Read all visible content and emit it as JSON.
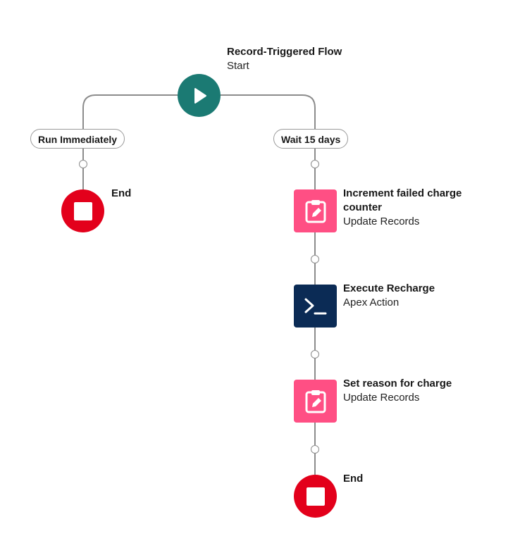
{
  "start": {
    "title": "Record-Triggered Flow",
    "subtitle": "Start",
    "icon": "play-icon",
    "color": "#1b7a73"
  },
  "paths": [
    {
      "label": "Run Immediately",
      "end": {
        "title": "End",
        "icon": "stop-icon",
        "color": "#e3001b"
      }
    },
    {
      "label": "Wait 15 days",
      "steps": [
        {
          "title": "Increment failed charge counter",
          "subtitle": "Update Records",
          "icon": "clipboard-edit-icon",
          "color": "#ff4f84"
        },
        {
          "title": "Execute Recharge",
          "subtitle": "Apex Action",
          "icon": "terminal-icon",
          "color": "#0b2b55"
        },
        {
          "title": "Set reason for charge",
          "subtitle": "Update Records",
          "icon": "clipboard-edit-icon",
          "color": "#ff4f84"
        }
      ],
      "end": {
        "title": "End",
        "icon": "stop-icon",
        "color": "#e3001b"
      }
    }
  ],
  "connector_color": "#8c8c8c"
}
